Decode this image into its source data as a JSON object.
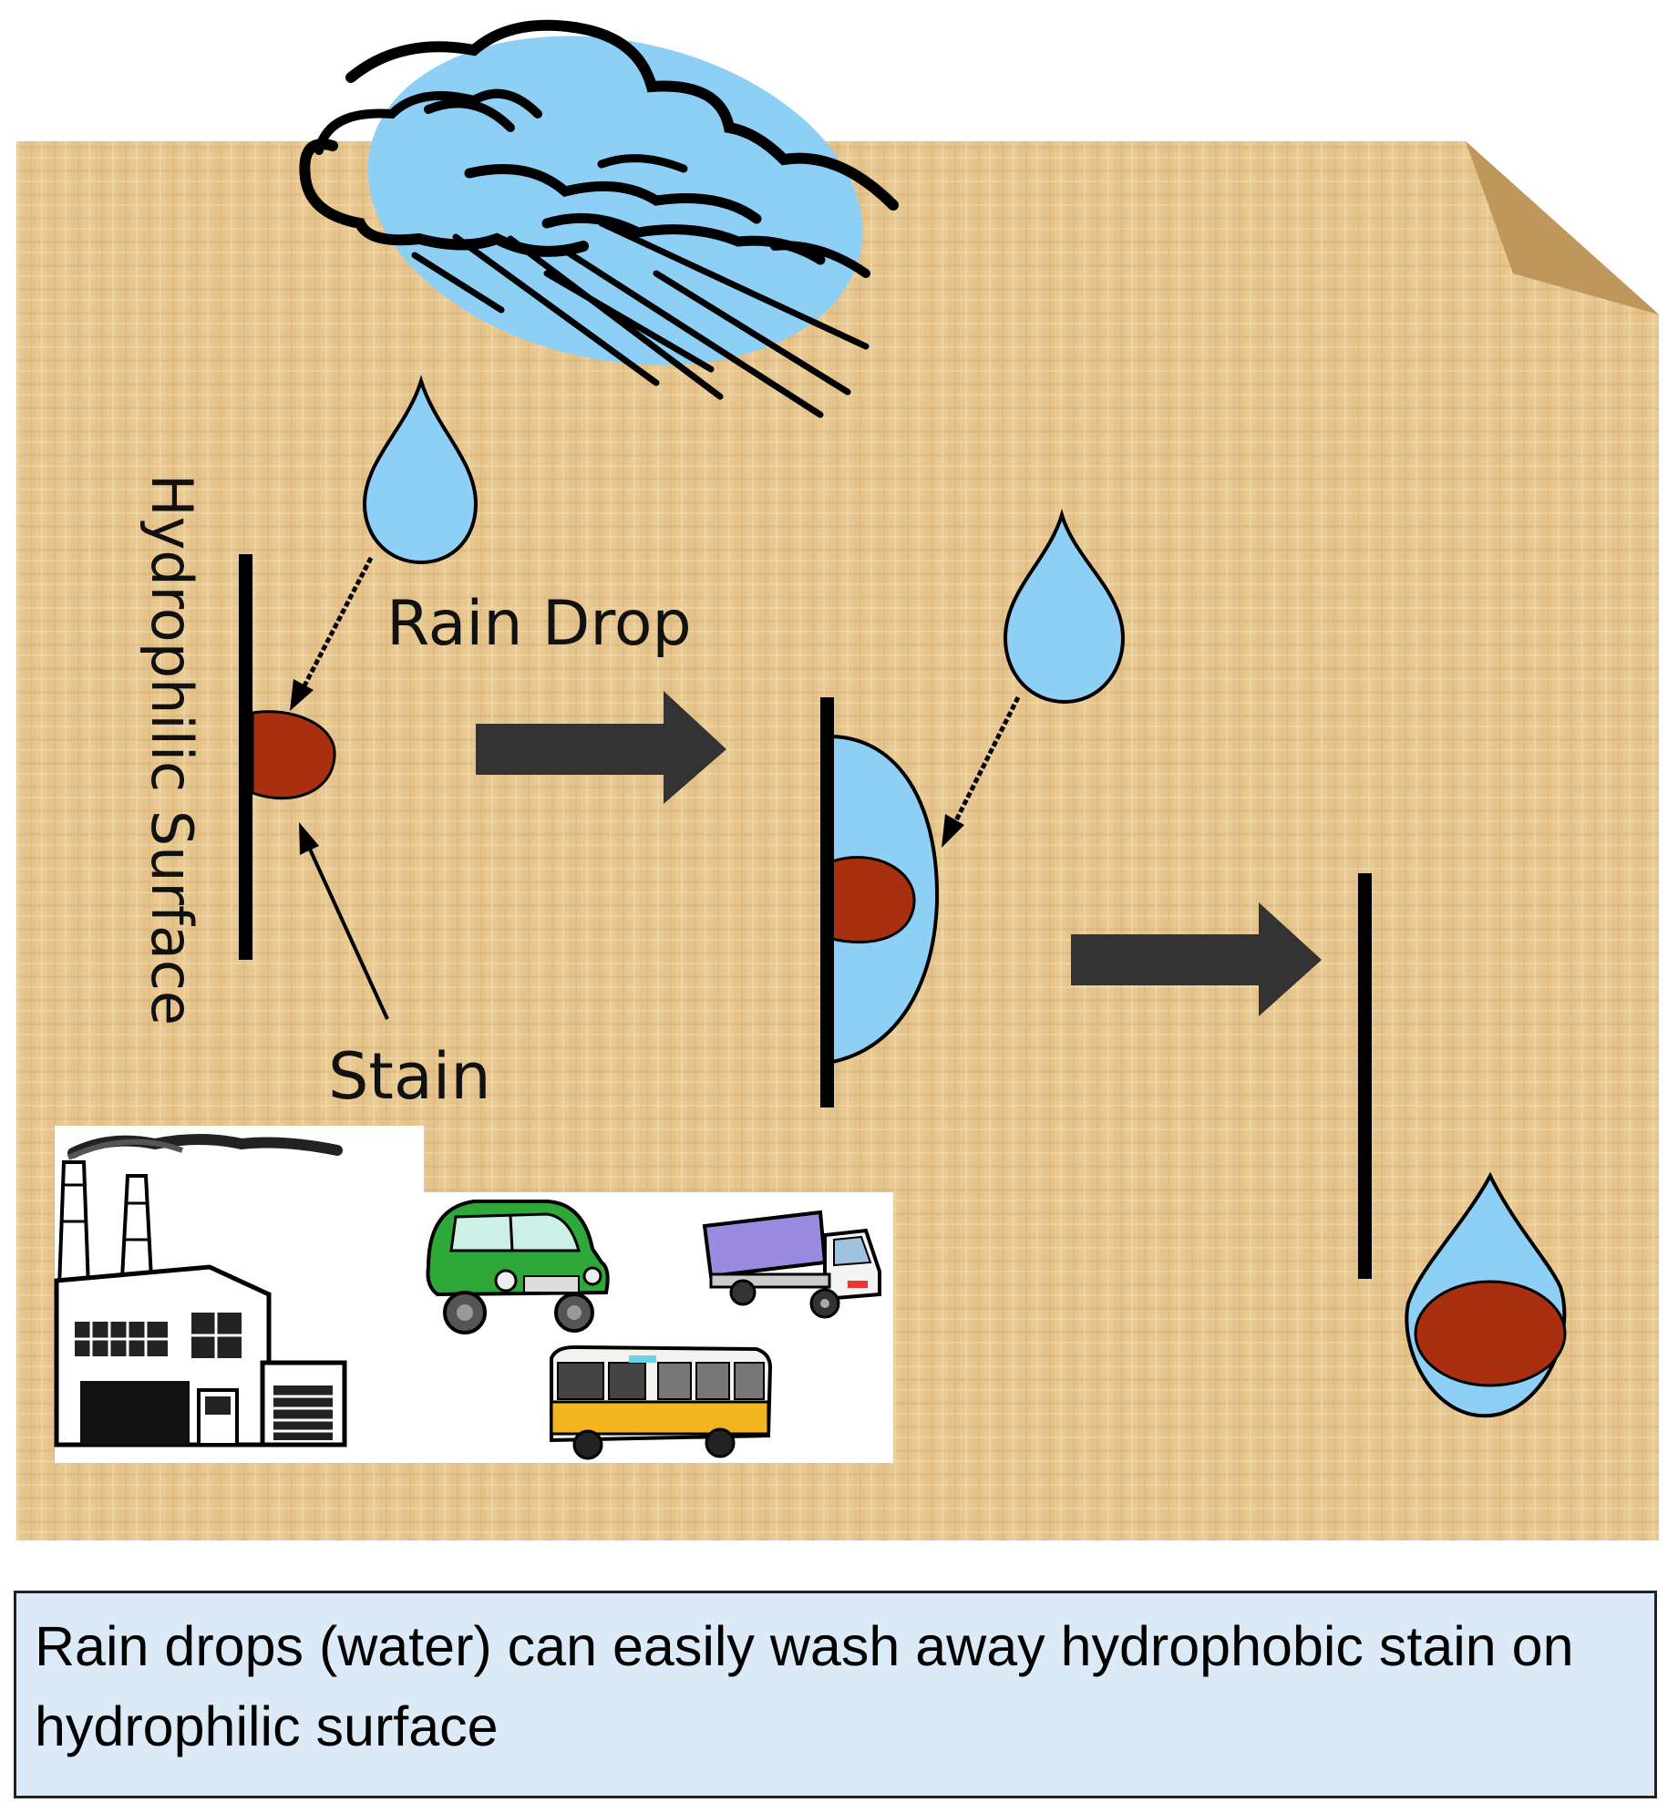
{
  "diagram": {
    "labels": {
      "rain_drop": "Rain Drop",
      "stain": "Stain",
      "surface": "Hydrophilic Surface"
    },
    "caption": "Rain drops (water) can easily wash away hydrophobic stain on hydrophilic surface",
    "colors": {
      "background": "#e8c890",
      "water": "#8ecff5",
      "stain": "#a83010",
      "arrow": "#333333",
      "caption_box": "#dce9f6"
    },
    "icons": [
      "cloud-icon",
      "rain-drop-icon",
      "factory-icon",
      "car-icon",
      "truck-icon",
      "bus-icon"
    ]
  }
}
